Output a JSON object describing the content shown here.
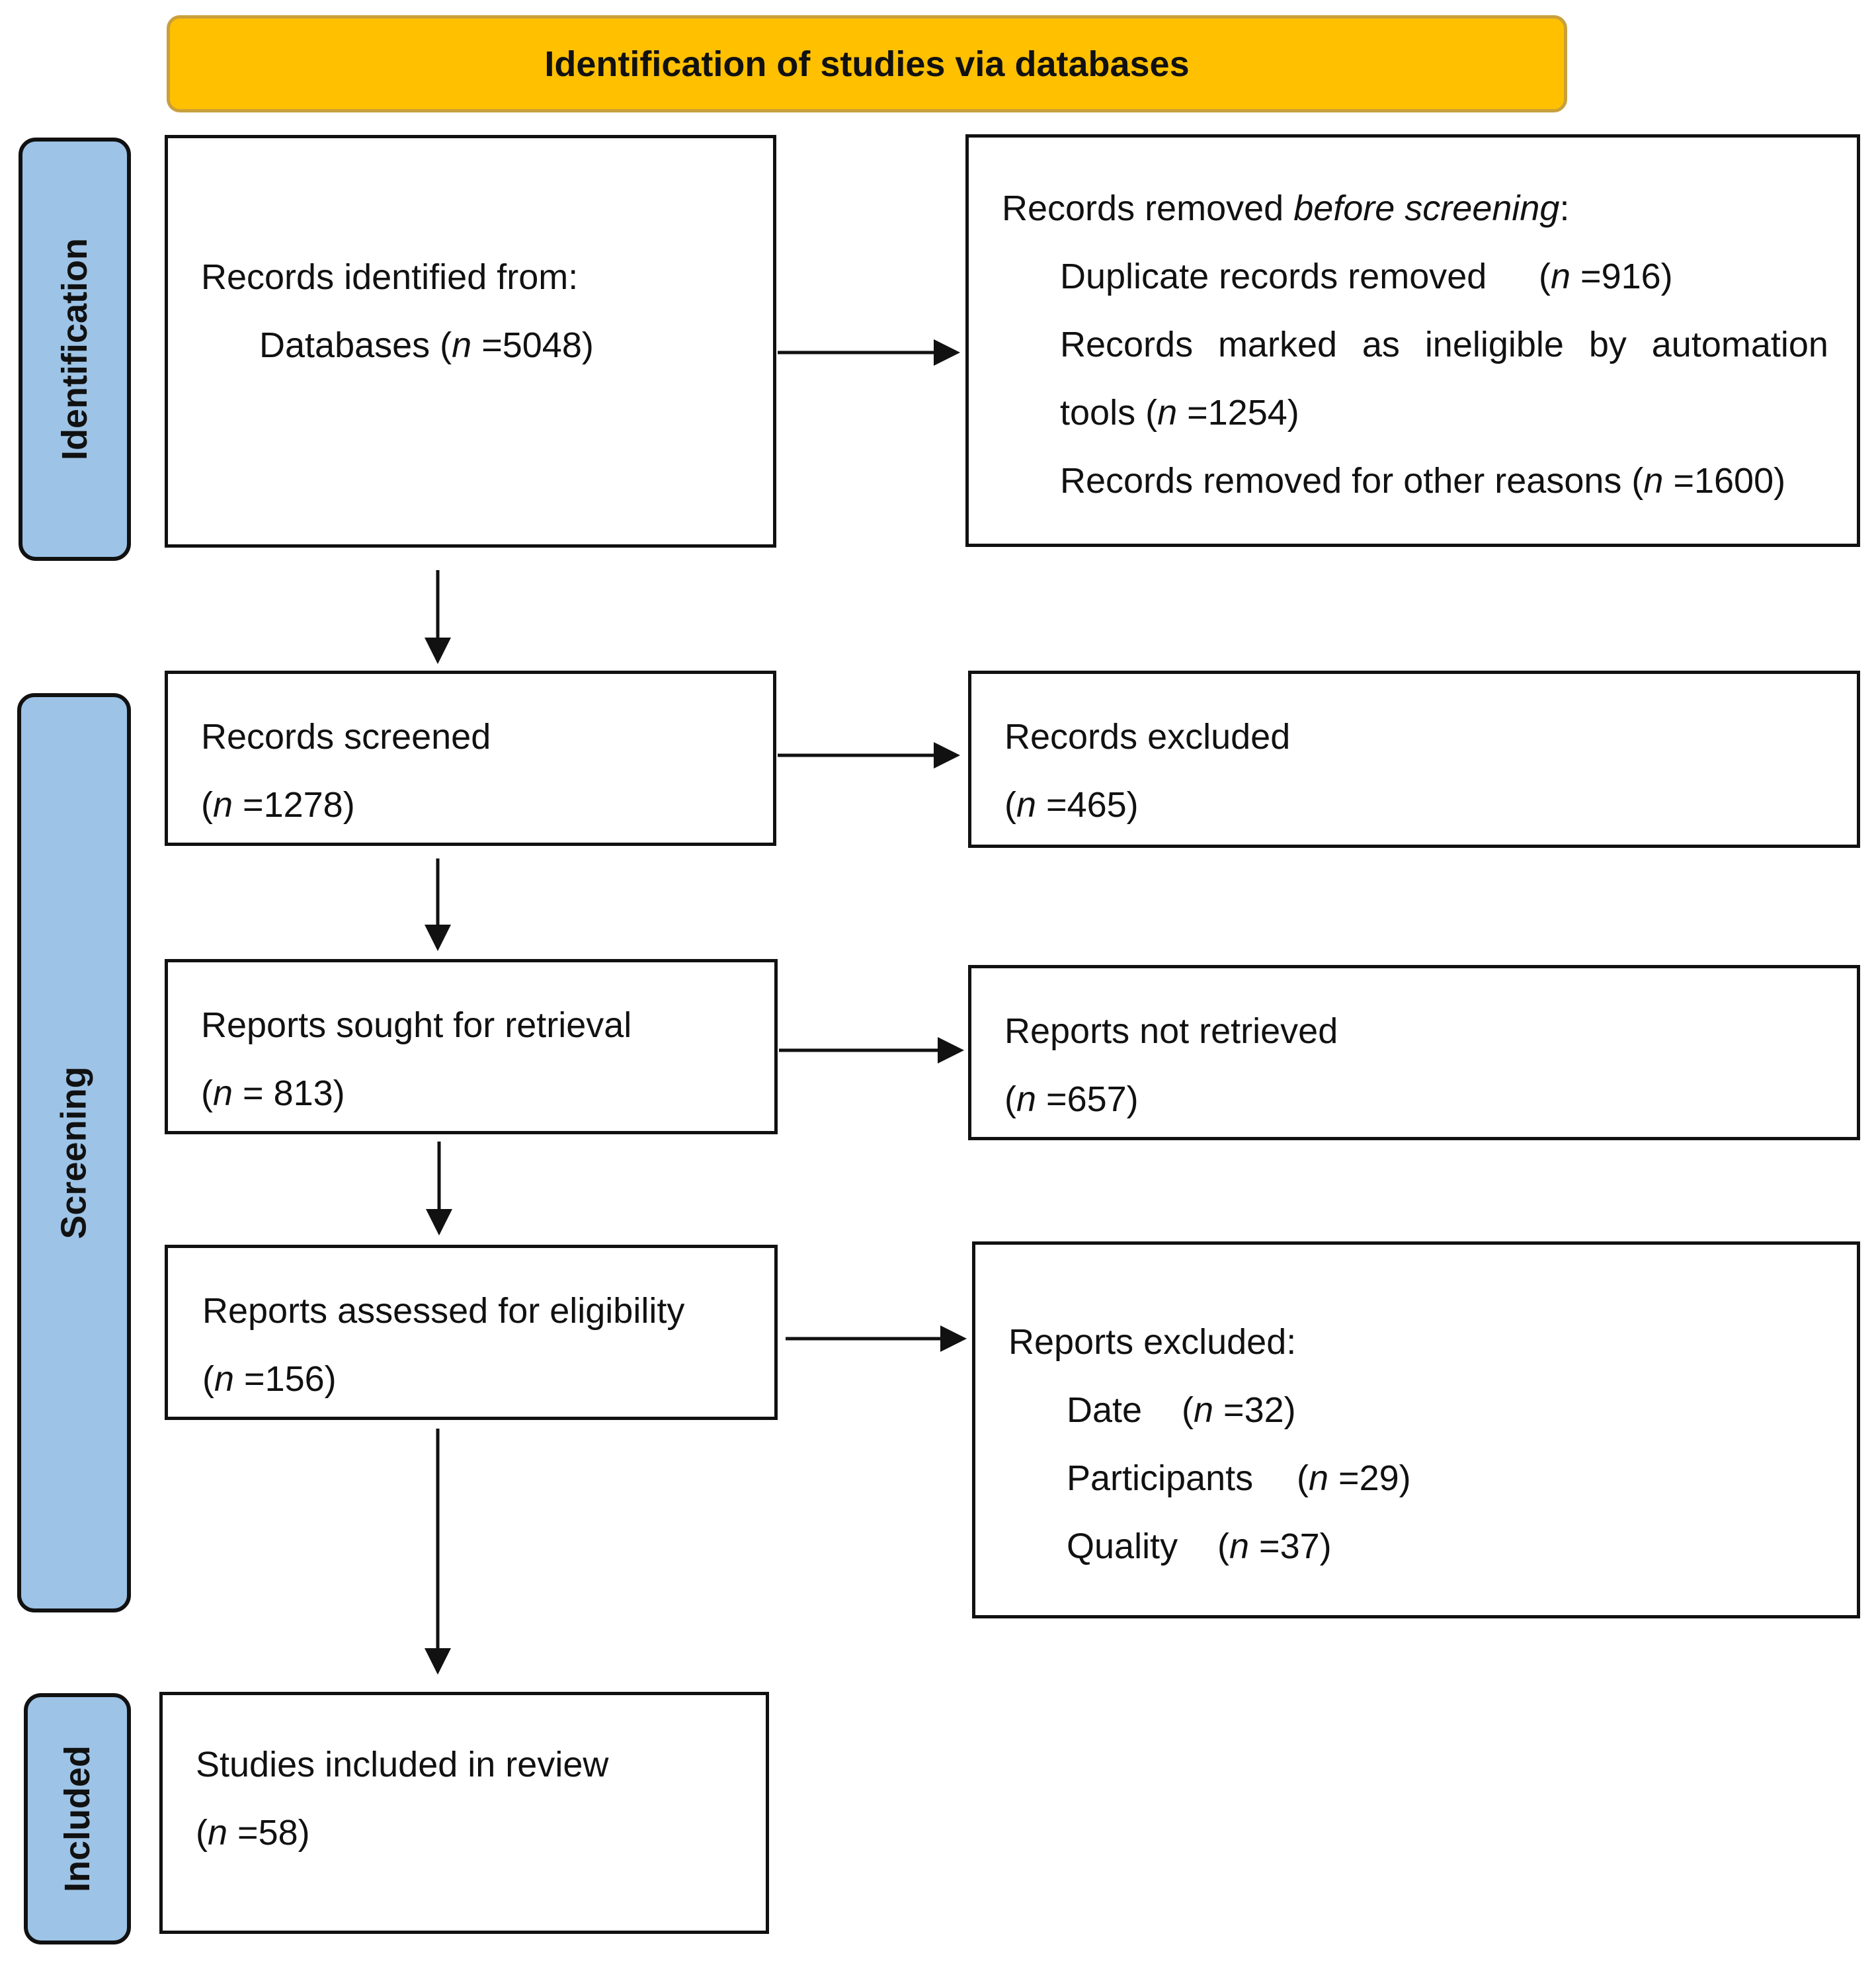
{
  "banner": {
    "title": "Identification of studies via databases"
  },
  "stages": {
    "identification": "Identification",
    "screening": "Screening",
    "included": "Included"
  },
  "boxes": {
    "records_identified": {
      "line1": "Records identified from:",
      "db_label": "Databases (",
      "n": "n",
      "db_value": " =5048)"
    },
    "records_removed": {
      "title_prefix": "Records removed ",
      "title_italic": "before screening",
      "title_suffix": ":",
      "dup_label": "Duplicate records removed",
      "dup_open": "(",
      "dup_value": " =916)",
      "auto_words": [
        "Records",
        "marked",
        "as",
        "ineligible",
        "by",
        "automation"
      ],
      "auto_line2_prefix": "tools (",
      "auto_value": " =1254)",
      "other_label": "Records removed for other reasons (",
      "other_value": " =1600)"
    },
    "records_screened": {
      "label": "Records screened",
      "open": "(",
      "value": " =1278)"
    },
    "records_excluded": {
      "label": "Records excluded",
      "open": "(",
      "value": " =465)"
    },
    "reports_sought": {
      "label": "Reports sought for retrieval",
      "open": "(",
      "value": " = 813)"
    },
    "reports_not_retrieved": {
      "label": "Reports not retrieved",
      "open": "(",
      "value": " =657)"
    },
    "reports_assessed": {
      "label": "Reports assessed for eligibility",
      "open": "(",
      "value": " =156)"
    },
    "reports_excluded": {
      "title": "Reports excluded:",
      "reasons": [
        {
          "label": "Date",
          "open": "(",
          "value": " =32)"
        },
        {
          "label": "Participants",
          "open": "(",
          "value": " =29)"
        },
        {
          "label": "Quality",
          "open": "(",
          "value": " =37)"
        }
      ]
    },
    "studies_included": {
      "label": "Studies included in review",
      "open": "(",
      "value": " =58)"
    }
  },
  "n_symbol": "n"
}
